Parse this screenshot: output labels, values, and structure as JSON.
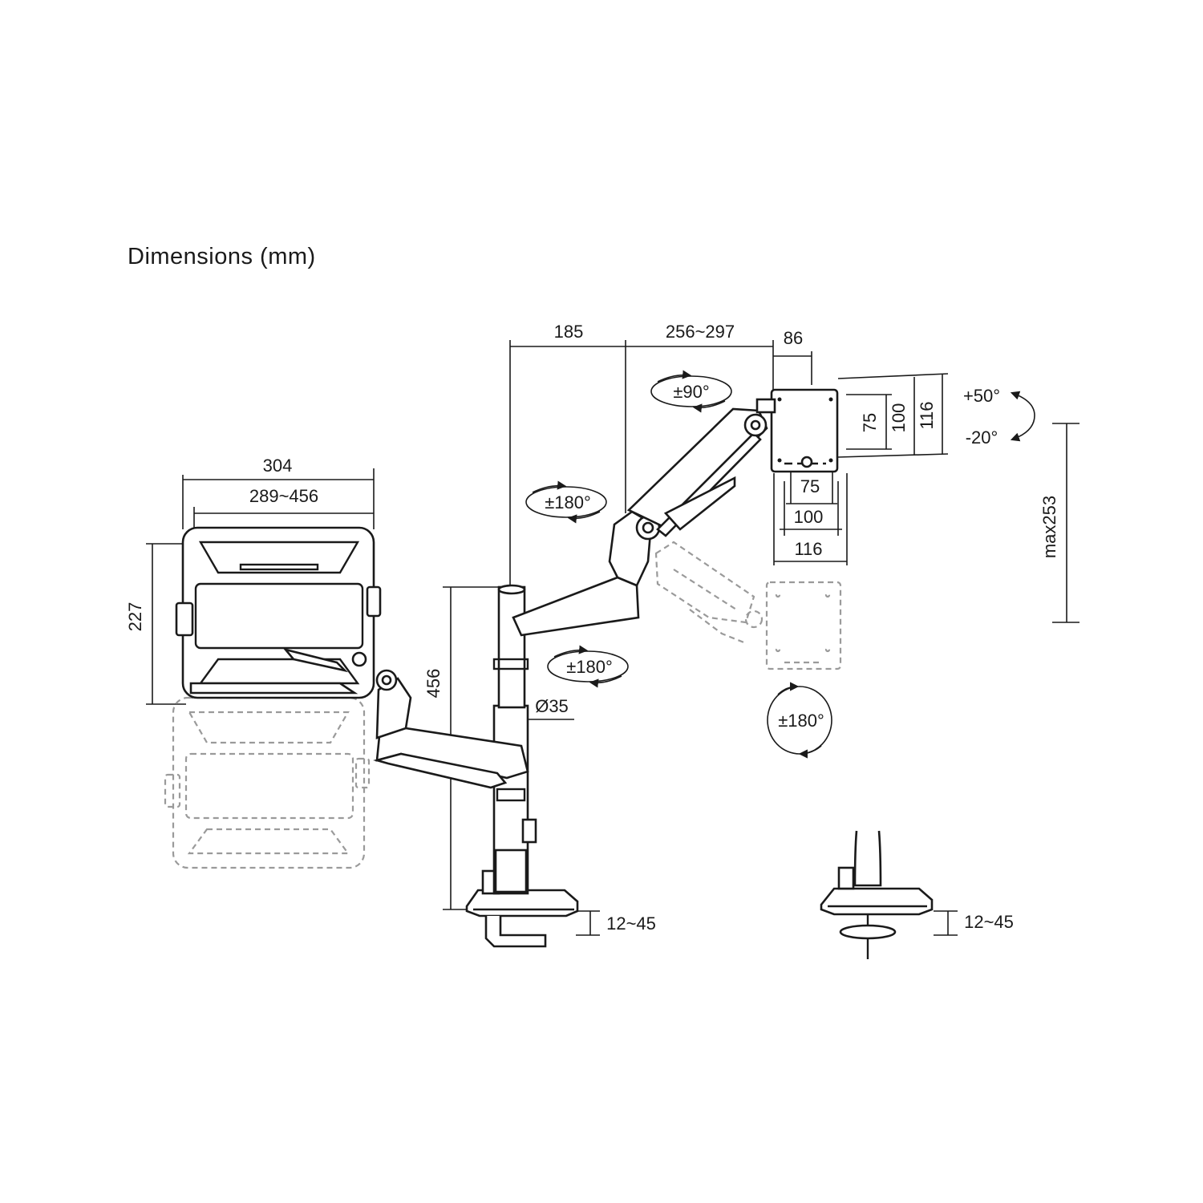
{
  "title": "Dimensions (mm)",
  "dimensions": {
    "arm_reach_1": "185",
    "arm_reach_2": "256~297",
    "plate_depth": "86",
    "vesa_v_75": "75",
    "vesa_v_100": "100",
    "vesa_v_116": "116",
    "vesa_h_75": "75",
    "vesa_h_100": "100",
    "vesa_h_116": "116",
    "tray_outer_width": "304",
    "tray_adjust_width": "289~456",
    "tray_height": "227",
    "pole_height": "456",
    "pole_diameter": "Ø35",
    "height_adjust": "max253",
    "clamp_range_1": "12~45",
    "clamp_range_2": "12~45"
  },
  "rotations": {
    "tilt_up": "+50°",
    "tilt_down": "-20°",
    "swivel_plate": "±90°",
    "swivel_upper_joint": "±180°",
    "swivel_lower_joint": "±180°",
    "rotation_screen": "±180°"
  }
}
